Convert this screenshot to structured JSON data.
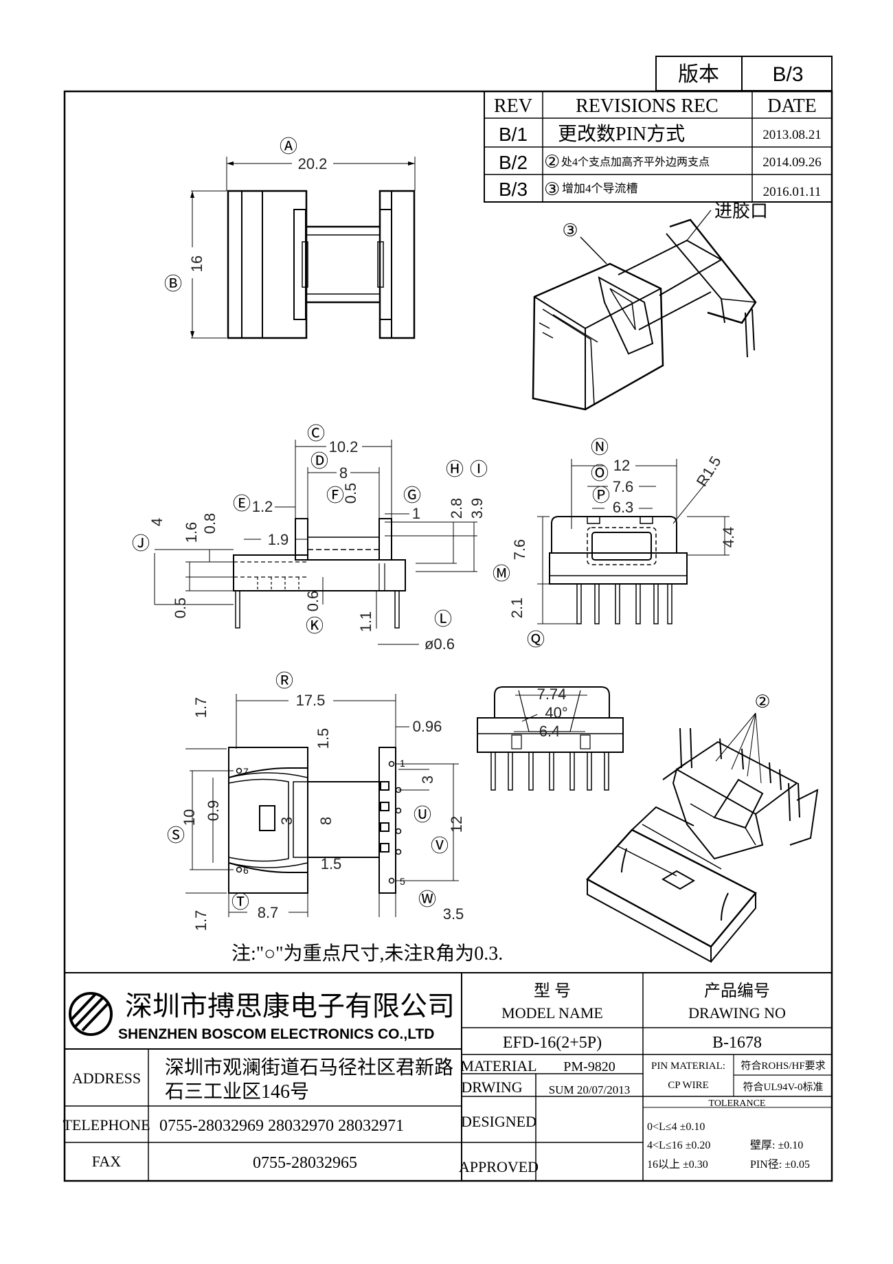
{
  "version_box": {
    "label": "版本",
    "value": "B/3"
  },
  "revisions": {
    "headers": {
      "rev": "REV",
      "rec": "REVISIONS REC",
      "date": "DATE"
    },
    "rows": [
      {
        "rev": "B/1",
        "mark": "",
        "desc": "更改数PIN方式",
        "date": "2013.08.21"
      },
      {
        "rev": "B/2",
        "mark": "②",
        "desc": "处4个支点加高齐平外边两支点",
        "date": "2014.09.26"
      },
      {
        "rev": "B/3",
        "mark": "③",
        "desc": "增加4个导流槽",
        "date": "2016.01.11"
      }
    ]
  },
  "iso_top": {
    "marker": "③",
    "gate_label": "进胶口"
  },
  "top_view": {
    "A": "Ⓐ",
    "A_val": "20.2",
    "B": "Ⓑ",
    "B_val": "16"
  },
  "side_view": {
    "C": "Ⓒ",
    "C_val": "10.2",
    "D": "Ⓓ",
    "D_val": "8",
    "E": "Ⓔ",
    "E_val": "1.2",
    "F": "Ⓕ",
    "F_val": "0.5",
    "G": "Ⓖ",
    "G_val": "1",
    "H": "Ⓗ",
    "H_val": "2.8",
    "I": "Ⓘ",
    "I_val": "3.9",
    "J": "Ⓙ",
    "J_val": "4",
    "J_a": "1.6",
    "J_b": "0.8",
    "val_19": "1.9",
    "val_05b": "0.5",
    "K": "Ⓚ",
    "K_val": "0.6",
    "val_11": "1.1",
    "L": "Ⓛ",
    "L_val": "ø0.6"
  },
  "front_view": {
    "N": "Ⓝ",
    "N_val": "12",
    "O": "Ⓞ",
    "O_val": "7.6",
    "P": "Ⓟ",
    "P_val": "6.3",
    "R_val": "R1.5",
    "val_44": "4.4",
    "M": "Ⓜ",
    "M_val": "7.6",
    "val_21": "2.1",
    "Q": "Ⓠ"
  },
  "bottom_view": {
    "R": "Ⓡ",
    "R_val": "17.5",
    "val_17a": "1.7",
    "val_17b": "1.7",
    "val_15a": "1.5",
    "val_15b": "1.5",
    "val_096": "0.96",
    "S": "Ⓢ",
    "S_val": "10",
    "val_09": "0.9",
    "val_3a": "3",
    "val_8": "8",
    "val_3b": "3",
    "U": "Ⓤ",
    "V": "Ⓥ",
    "V_val": "12",
    "T": "Ⓣ",
    "T_val": "8.7",
    "W": "Ⓦ",
    "W_val": "3.5",
    "pins": [
      "1",
      "5",
      "6",
      "7"
    ]
  },
  "end_view": {
    "val_774": "7.74",
    "angle": "40°",
    "val_64": "6.4"
  },
  "iso_bottom": {
    "marker": "②"
  },
  "note": "注:\"○\"为重点尺寸,未注R角为0.3.",
  "title_block": {
    "company_cn": "深圳市搏思康电子有限公司",
    "company_en": "SHENZHEN BOSCOM ELECTRONICS CO.,LTD",
    "model_cn": "型    号",
    "model_en": "MODEL NAME",
    "drawing_cn": "产品编号",
    "drawing_en": "DRAWING NO",
    "model_value": "EFD-16(2+5P)",
    "drawing_value": "B-1678",
    "address_label": "ADDRESS",
    "address_line1": "深圳市观澜街道石马径社区君新路",
    "address_line2": "石三工业区146号",
    "telephone_label": "TELEPHONE",
    "telephone": "0755-28032969 28032970 28032971",
    "fax_label": "FAX",
    "fax": "0755-28032965",
    "material_label": "MATERIAL",
    "material_value": "PM-9820",
    "drwing_label": "DRWING",
    "drwing_value": "SUM 20/07/2013",
    "designed_label": "DESIGNED",
    "approved_label": "APPROVED",
    "pin_material_label": "PIN MATERIAL:",
    "cp_wire": "CP WIRE",
    "rohs": "符合ROHS/HF要求",
    "ul": "符合UL94V-0标准",
    "tolerance_label": "TOLERANCE",
    "tol_1": "0<L≤4  ±0.10",
    "tol_2": "4<L≤16  ±0.20",
    "tol_3": "16以上    ±0.30",
    "wall": "壁厚:  ±0.10",
    "pin_dia": "PIN径: ±0.05"
  }
}
